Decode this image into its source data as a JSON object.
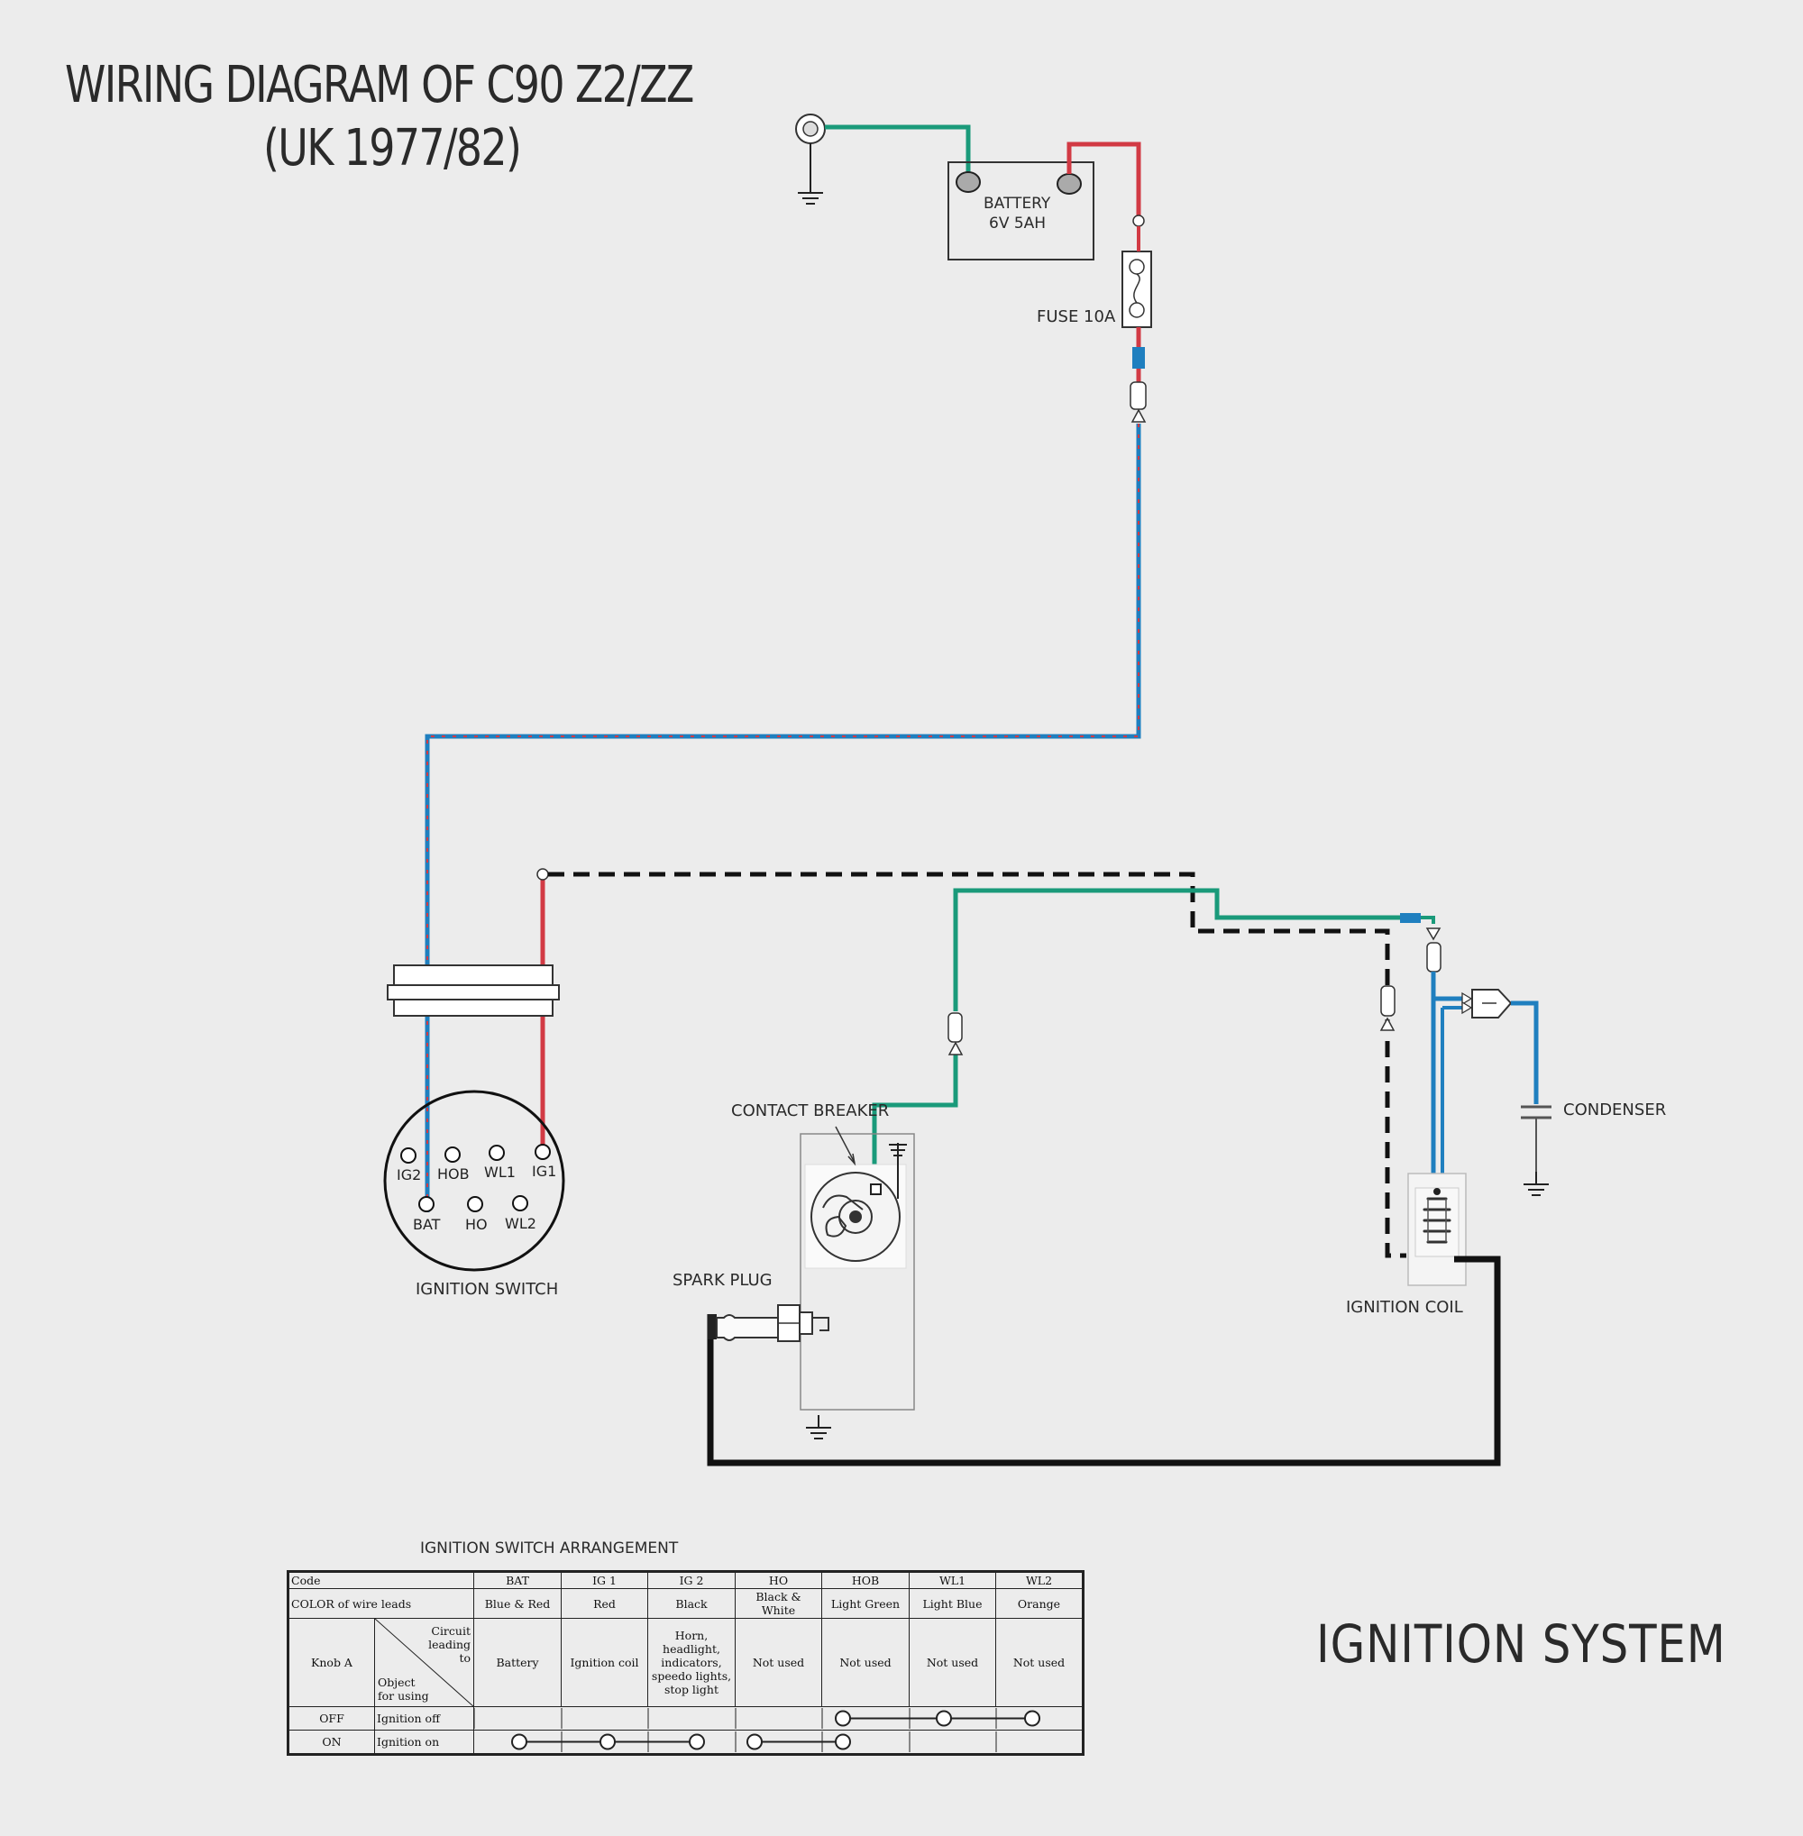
{
  "title": {
    "line1": "WIRING DIAGRAM OF C90 Z2/ZZ",
    "line2": "(UK 1977/82)"
  },
  "system_label": "IGNITION SYSTEM",
  "components": {
    "battery": {
      "label1": "BATTERY",
      "label2": "6V 5AH"
    },
    "fuse": "FUSE 10A",
    "ignition_switch": "IGNITION SWITCH",
    "contact_breaker": "CONTACT BREAKER",
    "spark_plug": "SPARK PLUG",
    "ignition_coil": "IGNITION COIL",
    "condenser": "CONDENSER"
  },
  "switch_pins": {
    "ig2": "IG2",
    "hob": "HOB",
    "wl1": "WL1",
    "ig1": "IG1",
    "bat": "BAT",
    "ho": "HO",
    "wl2": "WL2"
  },
  "colors": {
    "green": "#1a9a7a",
    "red": "#d23a44",
    "blue": "#1f7fbf",
    "black": "#111111"
  },
  "table": {
    "title": "IGNITION SWITCH ARRANGEMENT",
    "code_label": "Code",
    "color_label": "COLOR of wire leads",
    "codes": [
      "BAT",
      "IG 1",
      "IG 2",
      "HO",
      "HOB",
      "WL1",
      "WL2"
    ],
    "colors": [
      "Blue & Red",
      "Red",
      "Black",
      "Black & White",
      "Light Green",
      "Light Blue",
      "Orange"
    ],
    "knob": "Knob A",
    "circuit_label": "Circuit leading to",
    "object_label": "Object for using",
    "circuits": [
      "Battery",
      "Ignition coil",
      "Horn, headlight, indicators, speedo lights, stop light",
      "Not used",
      "Not used",
      "Not used",
      "Not used"
    ],
    "off": {
      "pos": "OFF",
      "desc": "Ignition off",
      "connected": [
        "HOB",
        "WL1",
        "WL2"
      ]
    },
    "on": {
      "pos": "ON",
      "desc": "Ignition on",
      "connected": [
        "BAT",
        "IG 1",
        "IG 2",
        "HO",
        "HOB"
      ]
    }
  }
}
